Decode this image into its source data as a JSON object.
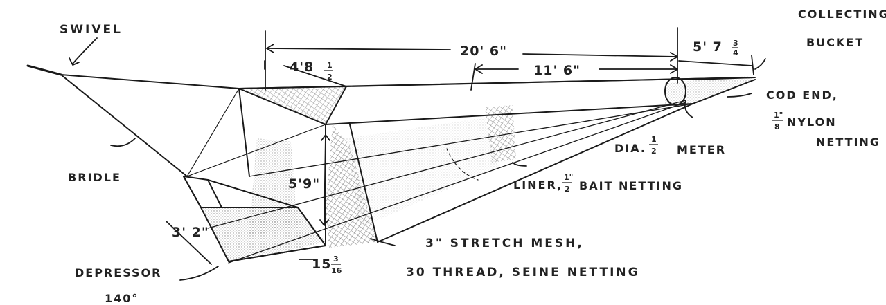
{
  "labels": {
    "swivel": "SWIVEL",
    "collecting": "COLLECTING",
    "bucket": "BUCKET",
    "cod_end": "COD END,",
    "nylon": "NYLON",
    "netting": "NETTING",
    "dia": "DIA.",
    "meter": "METER",
    "bridle": "BRIDLE",
    "liner": "LINER,",
    "bait_netting": "BAIT NETTING",
    "stretch_mesh": "3\" STRETCH MESH,",
    "seine_netting": "30 THREAD, SEINE NETTING",
    "depressor": "DEPRESSOR",
    "angle": "140°"
  },
  "dimensions": {
    "overall_length": "20' 6\"",
    "liner_length": "11' 6\"",
    "cod_end_length": "5' 7",
    "cod_end_frac": {
      "num": "3",
      "den": "4"
    },
    "top_width": "4'8",
    "top_width_frac": {
      "num": "1",
      "den": "2"
    },
    "mouth_height": "5'9\"",
    "depressor_width": "3' 2\"",
    "depressor_length": "15",
    "depressor_frac": {
      "num": "3",
      "den": "16"
    },
    "dia_frac": {
      "num": "1",
      "den": "2"
    },
    "liner_frac": {
      "num": "1\"",
      "den": "2"
    },
    "nylon_frac": {
      "num": "1\"",
      "den": "8"
    }
  }
}
